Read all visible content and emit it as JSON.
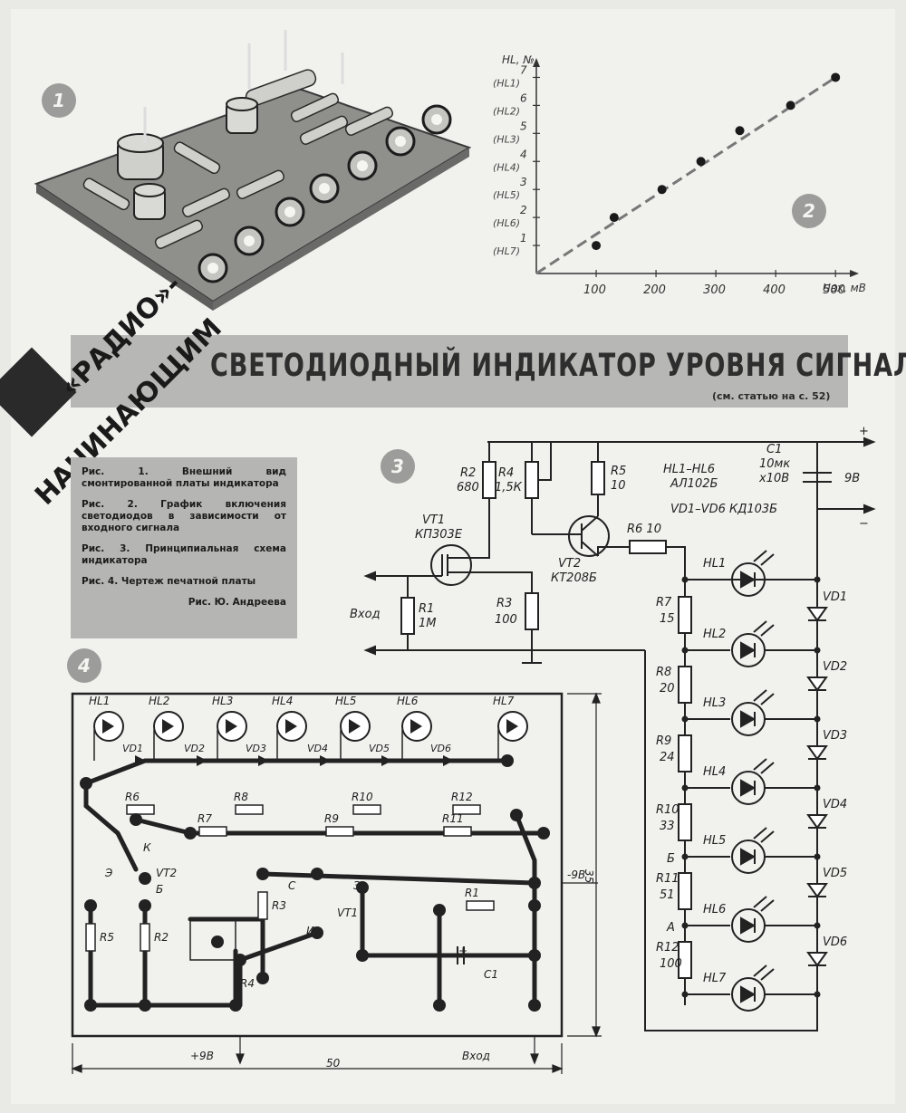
{
  "page": {
    "fig_numbers": [
      "1",
      "2",
      "3",
      "4"
    ]
  },
  "header": {
    "rubric_top": "«РАДИО»-",
    "rubric_bottom": "НАЧИНАЮЩИМ",
    "title": "СВЕТОДИОДНЫЙ ИНДИКАТОР УРОВНЯ СИГНАЛА",
    "reference": "(см. статью на с. 52)"
  },
  "captions": {
    "items": [
      "Рис. 1. Внешний вид смонтированной платы индикатора",
      "Рис. 2. График включения светодиодов в зависимости от входного сигнала",
      "Рис. 3. Принципиальная схема индикатора",
      "Рис. 4. Чертеж печатной платы"
    ],
    "author": "Рис. Ю. Андреева"
  },
  "chart_data": {
    "type": "scatter",
    "ylabel": "HL, №",
    "xlabel": "Uвх, мВ",
    "x_ticks": [
      "100",
      "200",
      "300",
      "400",
      "500"
    ],
    "y_ticks": [
      {
        "num": "1",
        "led": "(HL7)"
      },
      {
        "num": "2",
        "led": "(HL6)"
      },
      {
        "num": "3",
        "led": "(HL5)"
      },
      {
        "num": "4",
        "led": "(HL4)"
      },
      {
        "num": "5",
        "led": "(HL3)"
      },
      {
        "num": "6",
        "led": "(HL2)"
      },
      {
        "num": "7",
        "led": "(HL1)"
      }
    ],
    "xlim": [
      0,
      530
    ],
    "ylim": [
      0,
      7.5
    ],
    "points": [
      [
        100,
        1
      ],
      [
        130,
        2
      ],
      [
        210,
        3
      ],
      [
        275,
        4
      ],
      [
        340,
        5.1
      ],
      [
        425,
        6
      ],
      [
        500,
        7
      ]
    ],
    "trend_line": [
      [
        0,
        0
      ],
      [
        500,
        7
      ]
    ]
  },
  "schematic": {
    "plus": "+",
    "minus": "−",
    "supply": "9В",
    "r2": [
      "R2",
      "680"
    ],
    "r4": [
      "R4",
      "1,5К"
    ],
    "r5": [
      "R5",
      "10"
    ],
    "r6": "R6 10",
    "r1": [
      "R1",
      "1М"
    ],
    "r3": [
      "R3",
      "100"
    ],
    "vt1": [
      "VT1",
      "КП303Е"
    ],
    "vt2": [
      "VT2",
      "КТ208Б"
    ],
    "c1": [
      "C1",
      "10мк",
      "х10В"
    ],
    "hl_type": [
      "HL1–HL6",
      "АЛ102Б"
    ],
    "vd_type": "VD1–VD6 КД103Б",
    "input": "Вход",
    "ladder_r": [
      [
        "R7",
        "15"
      ],
      [
        "R8",
        "20"
      ],
      [
        "R9",
        "24"
      ],
      [
        "R10",
        "33"
      ],
      [
        "R11",
        "51"
      ],
      [
        "R12",
        "100"
      ]
    ],
    "leds": [
      "HL1",
      "HL2",
      "HL3",
      "HL4",
      "HL5",
      "HL6",
      "HL7"
    ],
    "diodes": [
      "VD1",
      "VD2",
      "VD3",
      "VD4",
      "VD5",
      "VD6"
    ],
    "node_b": "Б",
    "node_a": "А"
  },
  "pcb": {
    "leds": [
      "HL1",
      "HL2",
      "HL3",
      "HL4",
      "HL5",
      "HL6",
      "HL7"
    ],
    "diodes": [
      "VD1",
      "VD2",
      "VD3",
      "VD4",
      "VD5",
      "VD6"
    ],
    "resistors": [
      "R6",
      "R8",
      "R10",
      "R12",
      "R7",
      "R9",
      "R11",
      "R1",
      "R3",
      "R5",
      "R2",
      "R4"
    ],
    "vt2": "VT2",
    "vt1": "VT1",
    "pin_e": "Э",
    "pin_k": "К",
    "pin_b": "Б",
    "pin_c": "С",
    "pin_i": "И",
    "pin_z": "З",
    "c1": "C1",
    "c1_plus": "+",
    "minus9": "-9В",
    "plus9": "+9В",
    "input": "Вход",
    "dim_w": "50",
    "dim_h": "35"
  }
}
